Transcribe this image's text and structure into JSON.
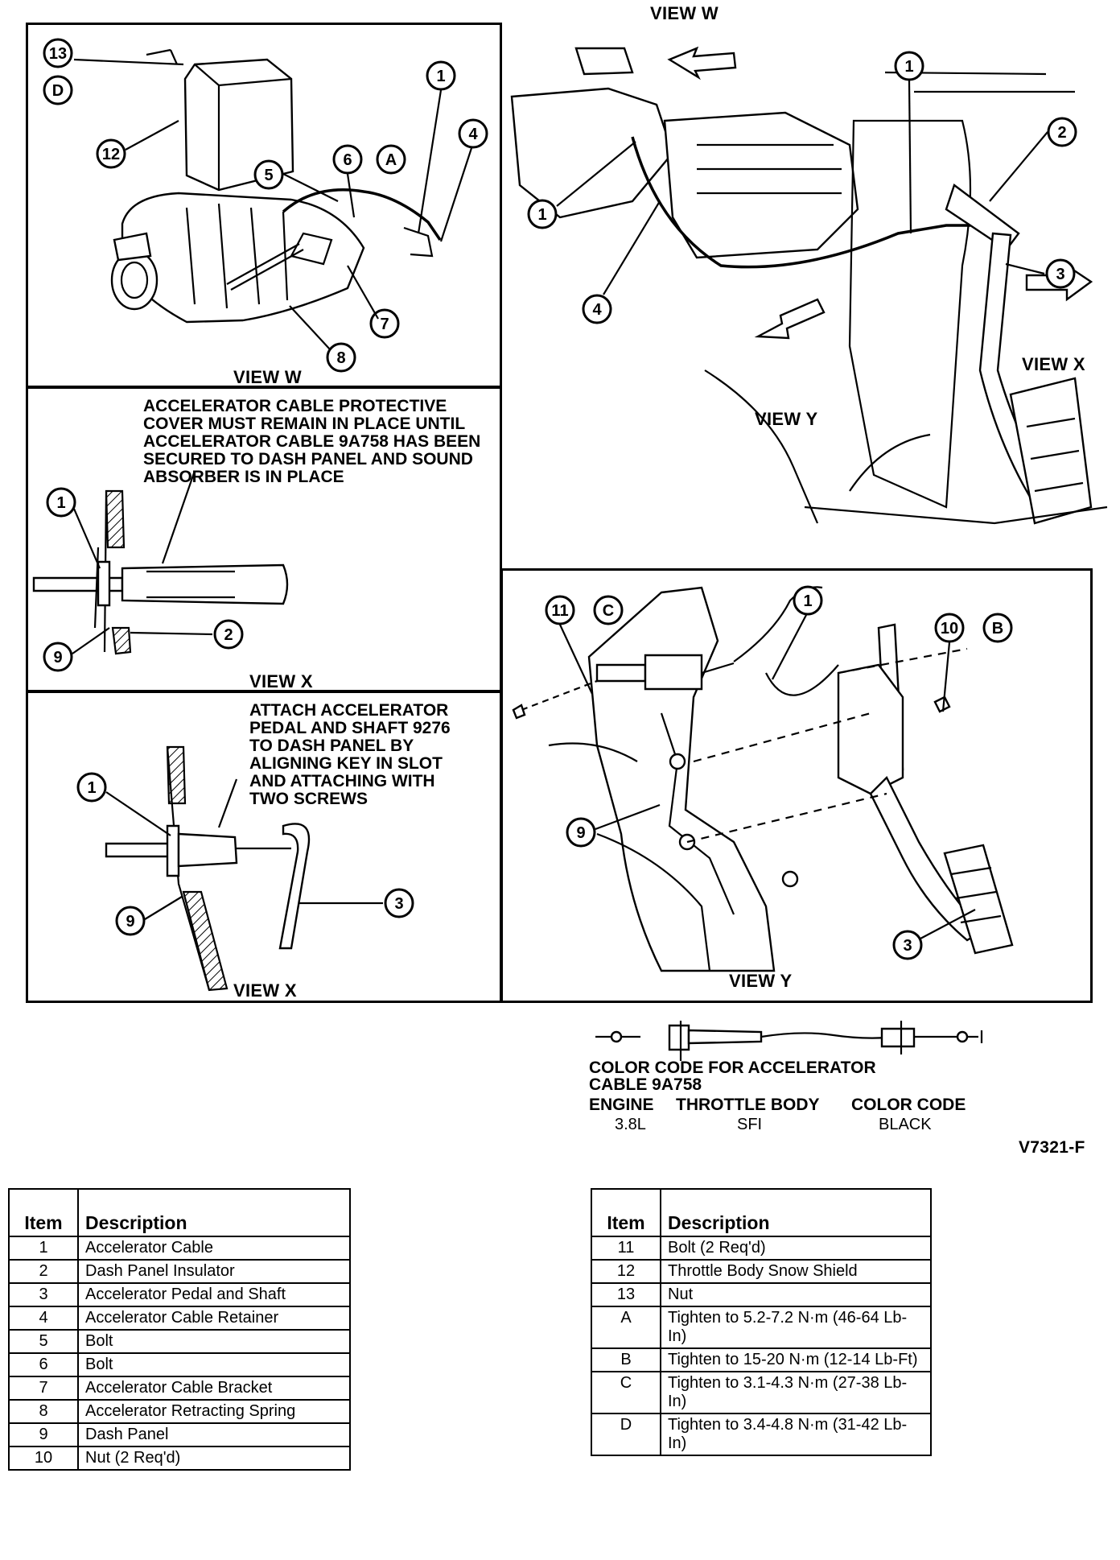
{
  "view_labels": {
    "view_w_top": "VIEW W",
    "view_w_panel": "VIEW W",
    "view_x_top": "VIEW X",
    "view_y_top": "VIEW Y",
    "view_x_mid": "VIEW X",
    "view_x_bottom": "VIEW X",
    "view_y_bottom": "VIEW Y"
  },
  "notes": {
    "protective_cover": [
      "ACCELERATOR CABLE PROTECTIVE",
      "COVER MUST REMAIN IN PLACE UNTIL",
      "ACCELERATOR CABLE 9A758 HAS BEEN",
      "SECURED TO DASH PANEL AND SOUND",
      "ABSORBER IS IN PLACE"
    ],
    "attach_pedal": [
      "ATTACH ACCELERATOR",
      "PEDAL AND SHAFT 9276",
      "TO DASH PANEL BY",
      "ALIGNING KEY IN SLOT",
      "AND ATTACHING WITH",
      "TWO SCREWS"
    ]
  },
  "callouts": {
    "c13": "13",
    "cD": "D",
    "c12": "12",
    "c5": "5",
    "c6": "6",
    "cA": "A",
    "c1a": "1",
    "c4a": "4",
    "c7": "7",
    "c8": "8",
    "c1b": "1",
    "c4b": "4",
    "c1c": "1",
    "c2a": "2",
    "c3a": "3",
    "c1d": "1",
    "c2b": "2",
    "c9a": "9",
    "c1e": "1",
    "c9b": "9",
    "c3b": "3",
    "c11": "11",
    "cC": "C",
    "c1f": "1",
    "c10": "10",
    "cB": "B",
    "c9c": "9",
    "c3c": "3"
  },
  "color_code": {
    "title_line1": "COLOR CODE FOR ACCELERATOR",
    "title_line2": "CABLE 9A758",
    "headers": [
      "ENGINE",
      "THROTTLE BODY",
      "COLOR CODE"
    ],
    "values": [
      "3.8L",
      "SFI",
      "BLACK"
    ]
  },
  "figure_id": "V7321-F",
  "table_left": {
    "headers": [
      "Item",
      "Description"
    ],
    "rows": [
      [
        "1",
        "Accelerator Cable"
      ],
      [
        "2",
        "Dash Panel Insulator"
      ],
      [
        "3",
        "Accelerator Pedal and Shaft"
      ],
      [
        "4",
        "Accelerator Cable Retainer"
      ],
      [
        "5",
        "Bolt"
      ],
      [
        "6",
        "Bolt"
      ],
      [
        "7",
        "Accelerator Cable Bracket"
      ],
      [
        "8",
        "Accelerator Retracting Spring"
      ],
      [
        "9",
        "Dash Panel"
      ],
      [
        "10",
        "Nut (2 Req'd)"
      ]
    ]
  },
  "table_right": {
    "headers": [
      "Item",
      "Description"
    ],
    "rows": [
      [
        "11",
        "Bolt (2 Req'd)"
      ],
      [
        "12",
        "Throttle Body Snow Shield"
      ],
      [
        "13",
        "Nut"
      ],
      [
        "A",
        "Tighten to 5.2-7.2 N·m (46-64 Lb-In)"
      ],
      [
        "B",
        "Tighten to 15-20 N·m (12-14 Lb-Ft)"
      ],
      [
        "C",
        "Tighten to 3.1-4.3 N·m (27-38 Lb-In)"
      ],
      [
        "D",
        "Tighten to 3.4-4.8 N·m (31-42 Lb-In)"
      ]
    ]
  }
}
